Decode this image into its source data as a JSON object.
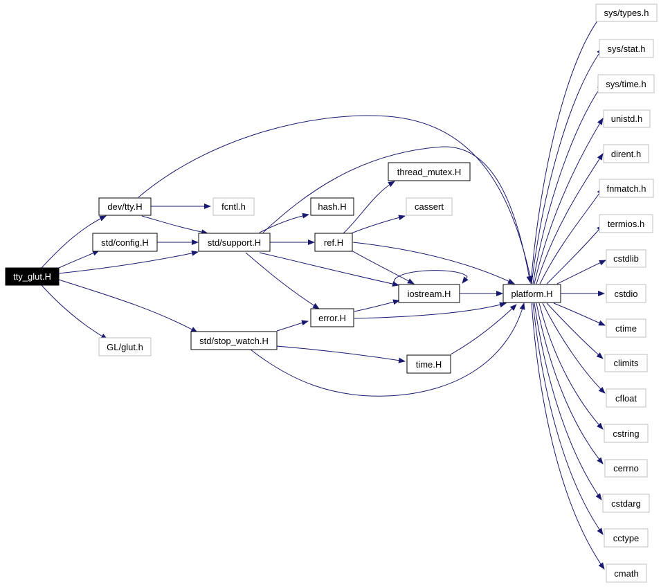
{
  "colors": {
    "edge": "#191970",
    "box_border": "#000000",
    "box_border_ext": "#bfbfbf",
    "root_fill": "#000000",
    "root_text": "#ffffff",
    "text": "#000000"
  },
  "nodes": {
    "tty_glut": "tty_glut.H",
    "dev_tty": "dev/tty.H",
    "std_config": "std/config.H",
    "gl_glut": "GL/glut.h",
    "fcntl": "fcntl.h",
    "std_support": "std/support.H",
    "std_stop_watch": "std/stop_watch.H",
    "hash": "hash.H",
    "ref": "ref.H",
    "thread_mutex": "thread_mutex.H",
    "cassert": "cassert",
    "error": "error.H",
    "iostream": "iostream.H",
    "time": "time.H",
    "platform": "platform.H",
    "sys_types": "sys/types.h",
    "sys_stat": "sys/stat.h",
    "sys_time": "sys/time.h",
    "unistd": "unistd.h",
    "dirent": "dirent.h",
    "fnmatch": "fnmatch.h",
    "termios": "termios.h",
    "cstdlib": "cstdlib",
    "cstdio": "cstdio",
    "ctime": "ctime",
    "climits": "climits",
    "cfloat": "cfloat",
    "cstring": "cstring",
    "cerrno": "cerrno",
    "cstdarg": "cstdarg",
    "cctype": "cctype",
    "cmath": "cmath"
  }
}
